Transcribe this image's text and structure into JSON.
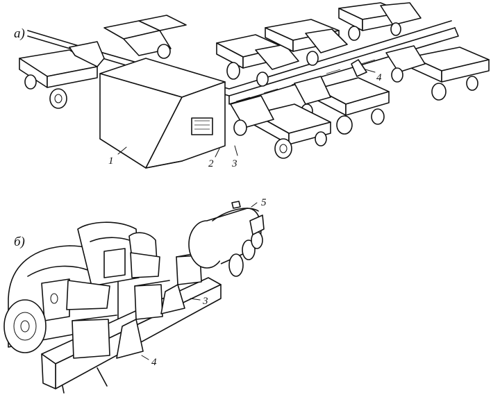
{
  "panels": [
    {
      "id": "a",
      "label": "а)"
    },
    {
      "id": "b",
      "label": "б)"
    }
  ],
  "callouts": {
    "a": [
      "1",
      "2",
      "3",
      "4"
    ],
    "b": [
      "5",
      "3",
      "4"
    ]
  }
}
